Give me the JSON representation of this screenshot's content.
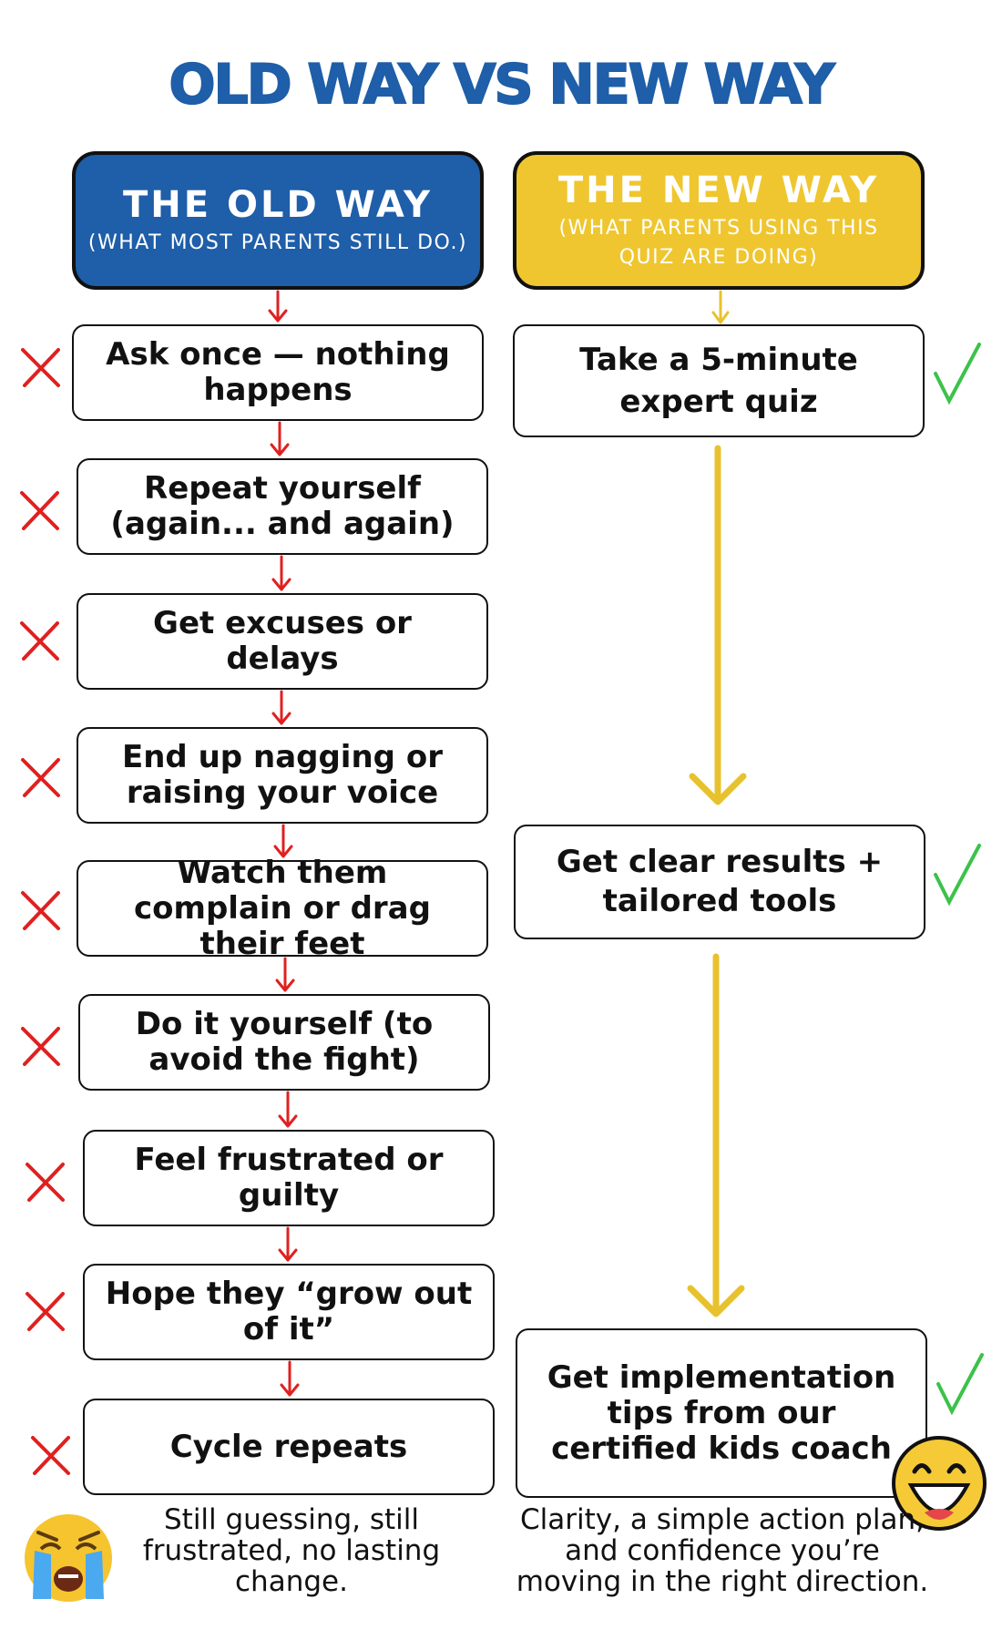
{
  "title": "OLD WAY VS NEW WAY",
  "old_way": {
    "header": {
      "title": "THE OLD WAY",
      "subtitle": "(WHAT MOST PARENTS STILL DO.)"
    },
    "steps": [
      "Ask once — nothing happens",
      "Repeat yourself (again... and again)",
      "Get excuses or delays",
      "End up nagging or raising your voice",
      "Watch them complain or drag their feet",
      "Do it yourself (to avoid the fight)",
      "Feel frustrated or guilty",
      "Hope they “grow out of it”",
      "Cycle repeats"
    ],
    "caption": "Still guessing, still frustrated, no lasting change."
  },
  "new_way": {
    "header": {
      "title": "THE NEW WAY",
      "subtitle": "(WHAT PARENTS USING THIS QUIZ ARE DOING)"
    },
    "steps": [
      "Take a 5-minute expert quiz",
      "Get clear results + tailored tools",
      "Get implementation tips from our certified kids coach"
    ],
    "caption": "Clarity, a simple action plan, and confidence you’re moving in the right direction."
  },
  "icons": {
    "old_step_mark": "red-x-icon",
    "new_step_mark": "green-check-icon",
    "old_caption_emoji": "crying-face-emoji",
    "new_caption_emoji": "grinning-face-emoji"
  },
  "colors": {
    "title": "#1f5ea8",
    "old_header": "#1f5ea8",
    "new_header": "#efc62f",
    "old_arrow": "#e02020",
    "new_arrow": "#e8c22e",
    "x_mark": "#e02020",
    "check_mark": "#3cc24a"
  }
}
